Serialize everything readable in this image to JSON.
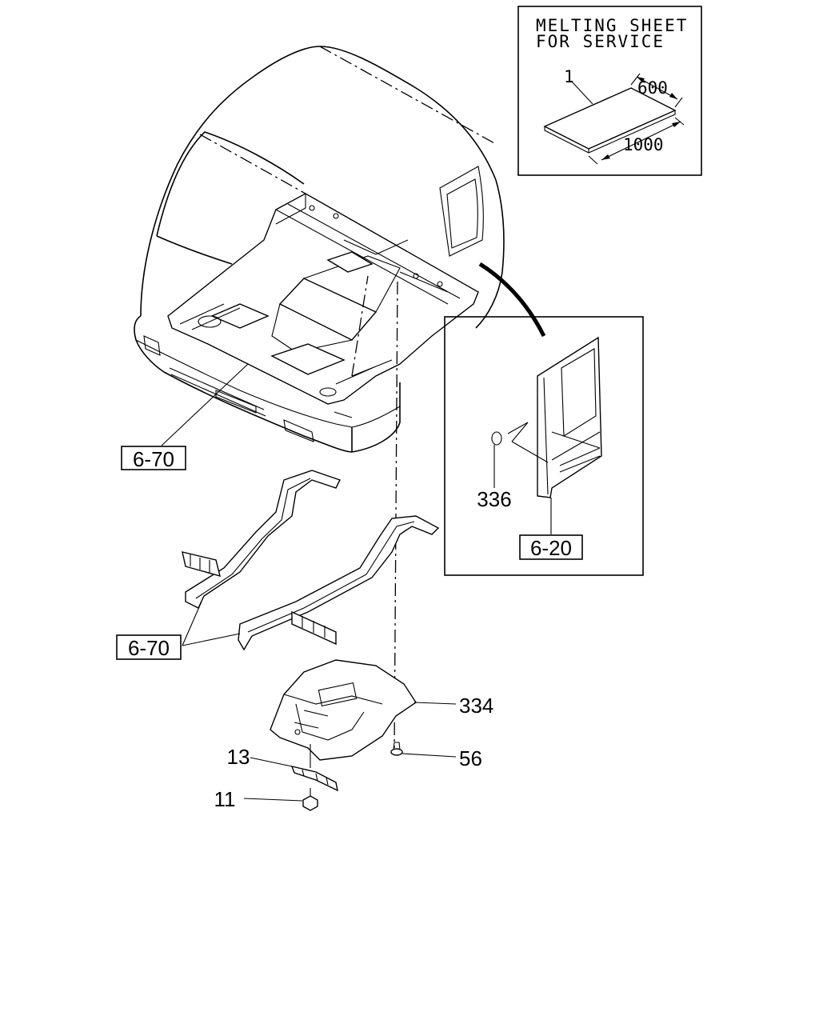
{
  "inset_sheet": {
    "title_line1": "MELTING SHEET",
    "title_line2": "FOR SERVICE",
    "part_number": "1",
    "dim_width": "600",
    "dim_length": "1000"
  },
  "inset_side": {
    "part_label": "336",
    "ref_label": "6-20"
  },
  "callouts": {
    "floor_ref": "6-70",
    "frame_ref": "6-70",
    "tunnel_cover": "334",
    "clip": "56",
    "bracket": "13",
    "nut": "11"
  }
}
